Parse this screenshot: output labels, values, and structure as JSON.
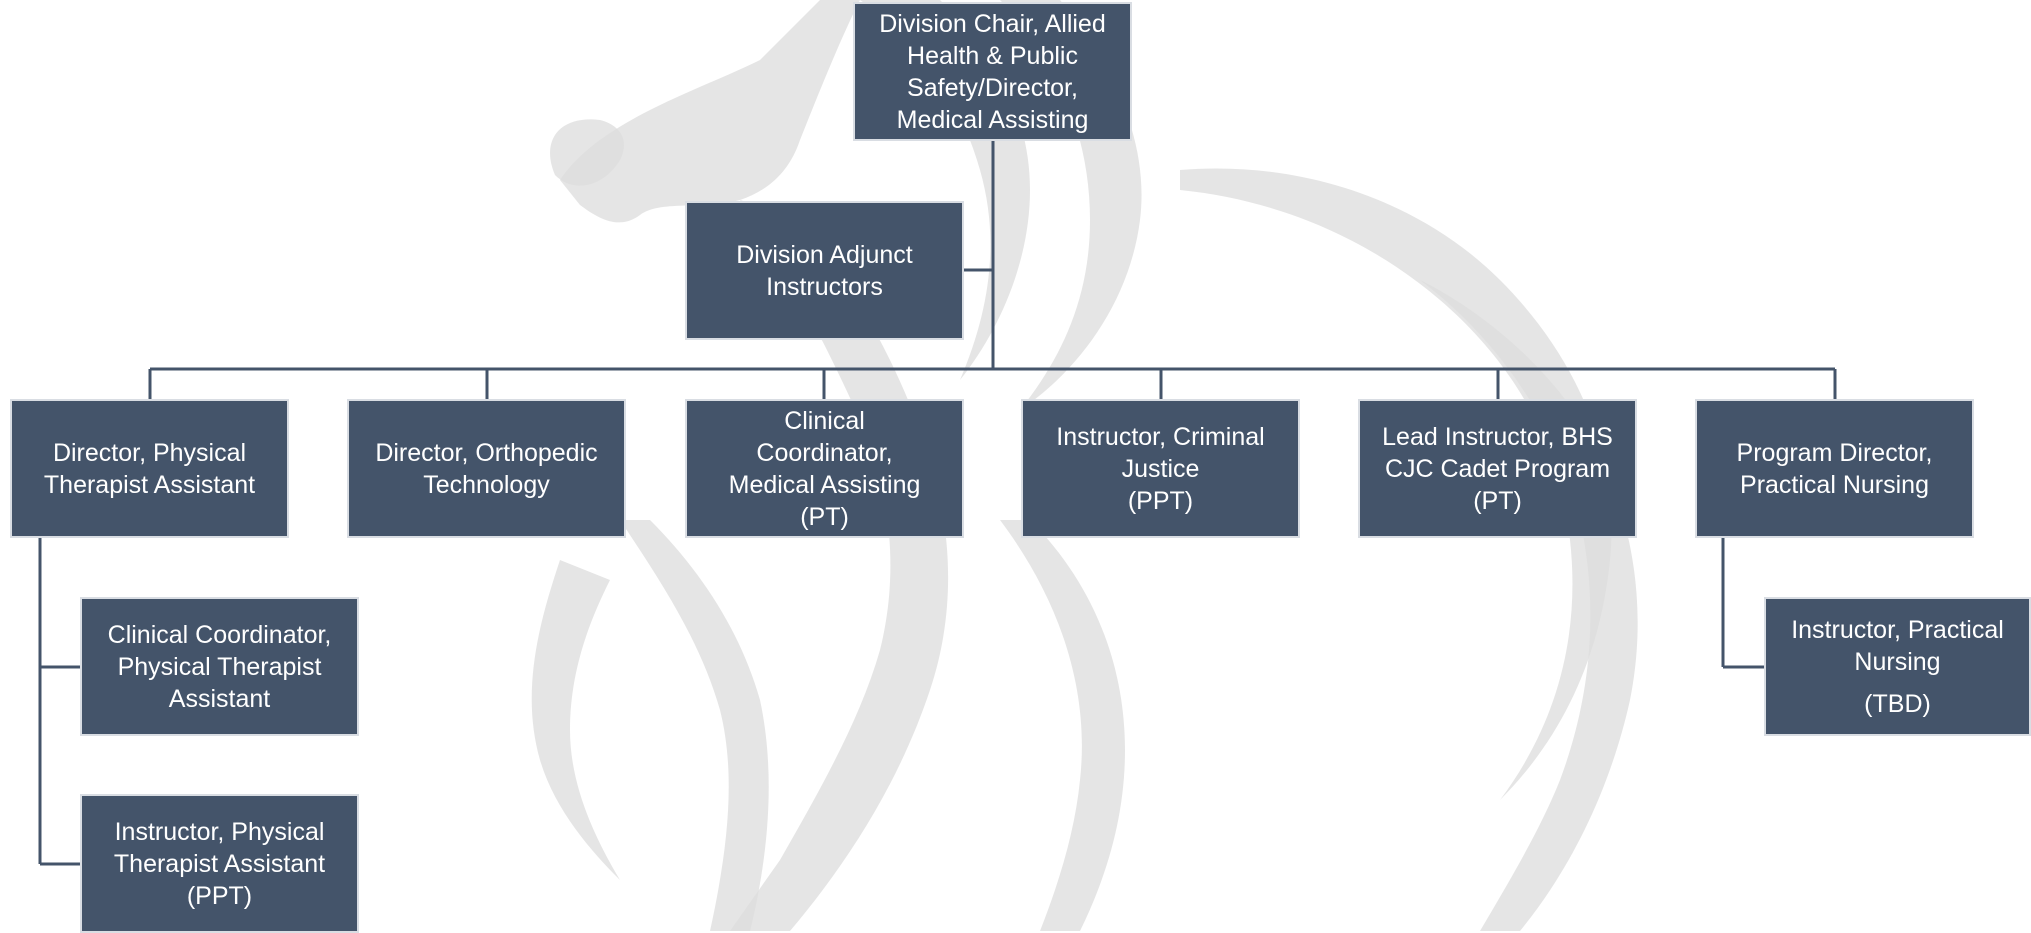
{
  "diagram": {
    "type": "org-chart",
    "nodes": [
      {
        "id": "chair",
        "lines": [
          "Division Chair, Allied",
          "Health & Public",
          "Safety/Director,",
          "Medical Assisting"
        ]
      },
      {
        "id": "adjunct",
        "lines": [
          "Division Adjunct",
          "Instructors"
        ]
      },
      {
        "id": "pta-director",
        "lines": [
          "Director, Physical",
          "Therapist Assistant"
        ]
      },
      {
        "id": "ortho-director",
        "lines": [
          "Director, Orthopedic",
          "Technology"
        ]
      },
      {
        "id": "ma-clinical",
        "lines": [
          "Clinical",
          "Coordinator,",
          "Medical Assisting",
          "(PT)"
        ]
      },
      {
        "id": "cj-instructor",
        "lines": [
          "Instructor, Criminal",
          "Justice",
          "(PPT)"
        ]
      },
      {
        "id": "bhs-lead",
        "lines": [
          "Lead Instructor, BHS",
          "CJC Cadet Program",
          "(PT)"
        ]
      },
      {
        "id": "pn-director",
        "lines": [
          "Program Director,",
          "Practical Nursing"
        ]
      },
      {
        "id": "pta-clinical",
        "lines": [
          "Clinical Coordinator,",
          "Physical Therapist",
          "Assistant"
        ]
      },
      {
        "id": "pta-instructor",
        "lines": [
          "Instructor, Physical",
          "Therapist Assistant",
          "(PPT)"
        ]
      },
      {
        "id": "pn-instructor",
        "lines": [
          "Instructor, Practical",
          "Nursing",
          "(TBD)"
        ]
      }
    ],
    "edges": [
      [
        "chair",
        "adjunct"
      ],
      [
        "chair",
        "pta-director"
      ],
      [
        "chair",
        "ortho-director"
      ],
      [
        "chair",
        "ma-clinical"
      ],
      [
        "chair",
        "cj-instructor"
      ],
      [
        "chair",
        "bhs-lead"
      ],
      [
        "chair",
        "pn-director"
      ],
      [
        "pta-director",
        "pta-clinical"
      ],
      [
        "pta-director",
        "pta-instructor"
      ],
      [
        "pn-director",
        "pn-instructor"
      ]
    ],
    "colors": {
      "box_fill": "#44546a",
      "box_border": "#d9dde3",
      "box_text": "#ffffff",
      "connector": "#44546a",
      "watermark": "#d6d6d6"
    },
    "watermark": "horse-head-logo"
  }
}
